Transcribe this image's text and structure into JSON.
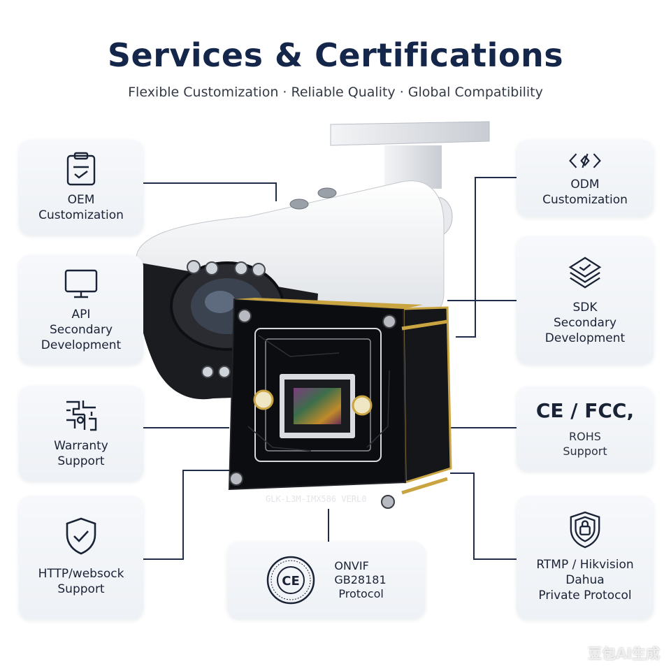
{
  "header": {
    "title": "Services & Certifications",
    "subtitle": "Flexible Customization · Reliable Quality · Global Compatibility"
  },
  "cards": {
    "oem": {
      "lines": [
        "OEM",
        "Customization"
      ],
      "icon": "clipboard-icon"
    },
    "api": {
      "lines": [
        "API",
        "Secondary",
        "Development"
      ],
      "icon": "monitor-icon"
    },
    "warranty": {
      "lines": [
        "Warranty",
        "Support"
      ],
      "icon": "circuit-icon"
    },
    "http": {
      "lines": [
        "HTTP/websock",
        "Support"
      ],
      "icon": "shield-check-icon"
    },
    "odm": {
      "lines": [
        "ODM",
        "Customization"
      ],
      "icon": "code-diamond-icon"
    },
    "sdk": {
      "lines": [
        "SDK",
        "Secondary",
        "Development"
      ],
      "icon": "layers-icon"
    },
    "ce": {
      "big": "CE / FCC,",
      "lines": [
        "ROHS",
        "Support"
      ]
    },
    "rtmp": {
      "lines": [
        "RTMP / Hikvision",
        "Dahua",
        "Private Protocol"
      ],
      "icon": "shield-lock-icon"
    },
    "onvif": {
      "lines": [
        "ONVIF",
        "GB28181",
        "Protocol"
      ],
      "seal_text": "CE"
    }
  },
  "product": {
    "board_label": "GLK-L3M-IMX586 VERL0"
  },
  "watermark": "豆包AI生成",
  "colors": {
    "title": "#14264a",
    "line": "#1f2d4a",
    "card": "#f1f4f8",
    "gold": "#c9a441"
  }
}
